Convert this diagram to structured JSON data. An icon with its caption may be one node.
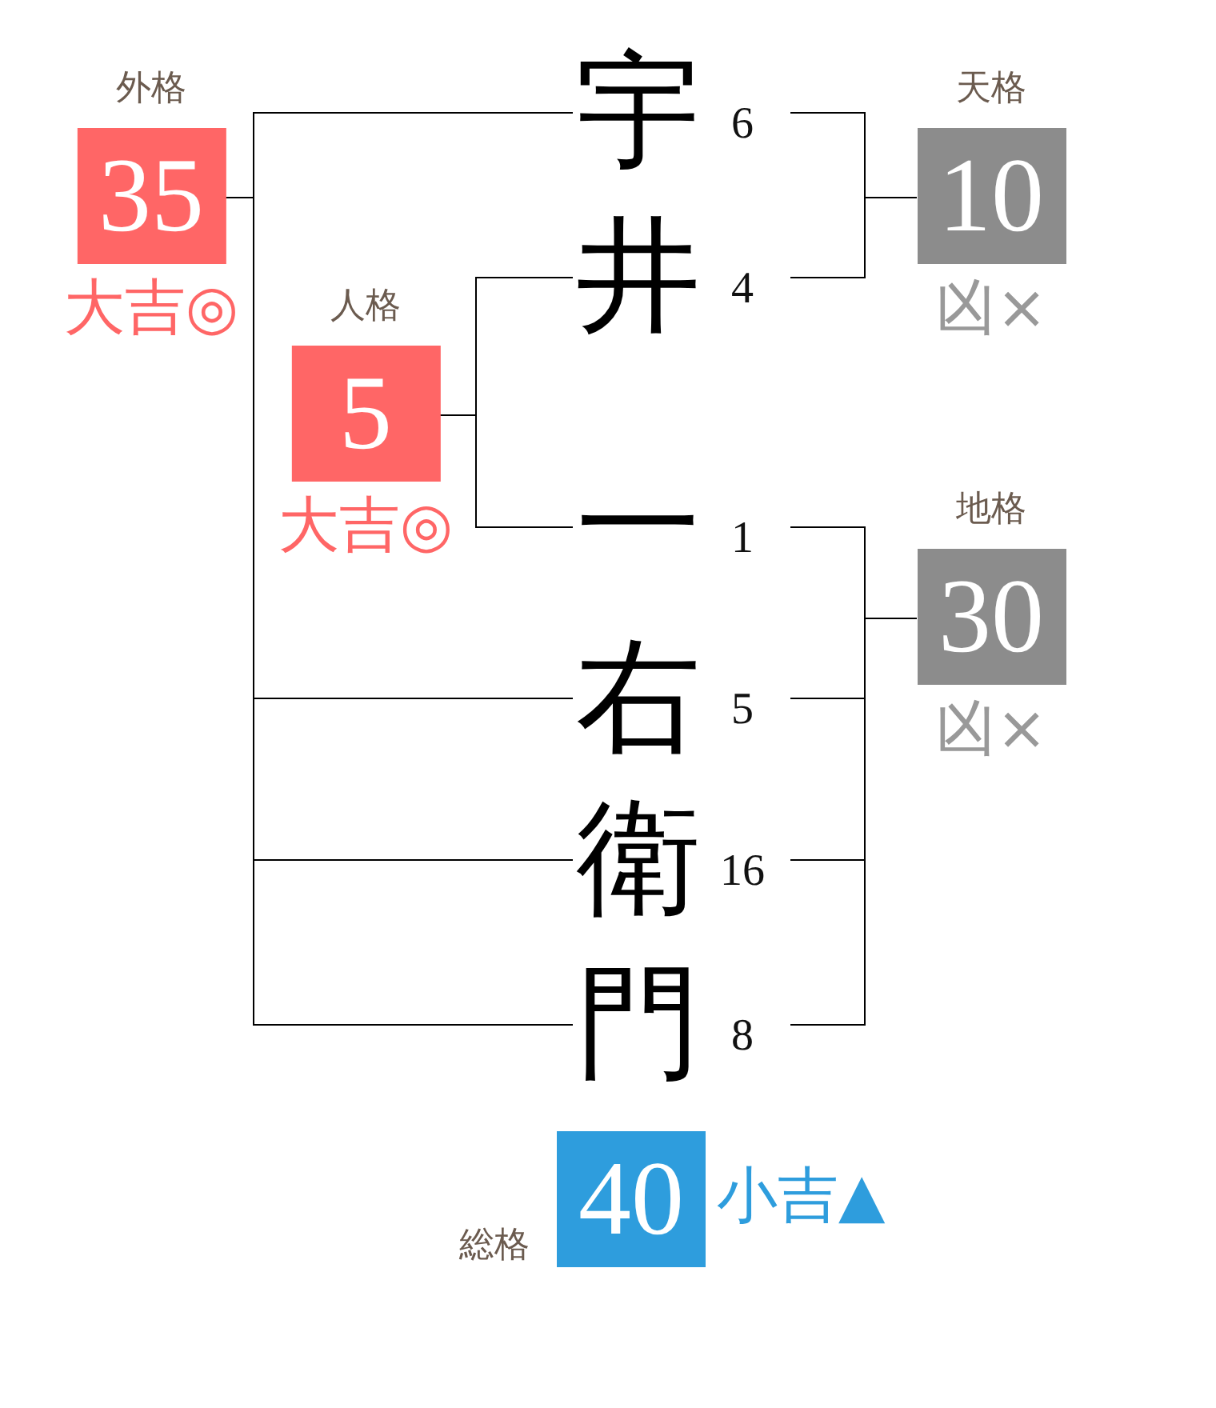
{
  "diagram": {
    "nodes": [
      {
        "text": [
          "外格",
          "35"
        ],
        "beside": [
          "大吉◎"
        ]
      },
      {
        "text": [
          "宇"
        ],
        "beside": [
          "6"
        ]
      },
      {
        "text": [
          "天格",
          "10"
        ],
        "beside": [
          "凶×"
        ]
      },
      {
        "text": [
          "人格",
          "5"
        ],
        "beside": [
          "大吉◎"
        ]
      },
      {
        "text": [
          "井"
        ],
        "beside": [
          "4"
        ]
      },
      {
        "text": [
          "一"
        ],
        "beside": [
          "1"
        ]
      },
      {
        "text": [
          "地格",
          "30"
        ],
        "beside": [
          "凶×"
        ]
      },
      {
        "text": [
          "右"
        ],
        "beside": [
          "5"
        ]
      },
      {
        "text": [
          "衛"
        ],
        "beside": [
          "16"
        ]
      },
      {
        "text": [
          "門"
        ],
        "beside": [
          "8"
        ]
      },
      {
        "text": [
          "総格",
          "40"
        ],
        "beside": [
          "小吉▲"
        ]
      }
    ],
    "edges": [
      {
        "from": 1,
        "to": 0,
        "arrow": "none"
      },
      {
        "from": 7,
        "to": 0,
        "arrow": "none"
      },
      {
        "from": 8,
        "to": 0,
        "arrow": "none"
      },
      {
        "from": 9,
        "to": 0,
        "arrow": "none"
      },
      {
        "from": 1,
        "to": 2,
        "arrow": "none"
      },
      {
        "from": 4,
        "to": 2,
        "arrow": "none"
      },
      {
        "from": 4,
        "to": 3,
        "arrow": "none"
      },
      {
        "from": 5,
        "to": 3,
        "arrow": "none"
      },
      {
        "from": 5,
        "to": 6,
        "arrow": "none"
      },
      {
        "from": 7,
        "to": 6,
        "arrow": "none"
      },
      {
        "from": 8,
        "to": 6,
        "arrow": "none"
      },
      {
        "from": 9,
        "to": 6,
        "arrow": "none"
      }
    ]
  }
}
